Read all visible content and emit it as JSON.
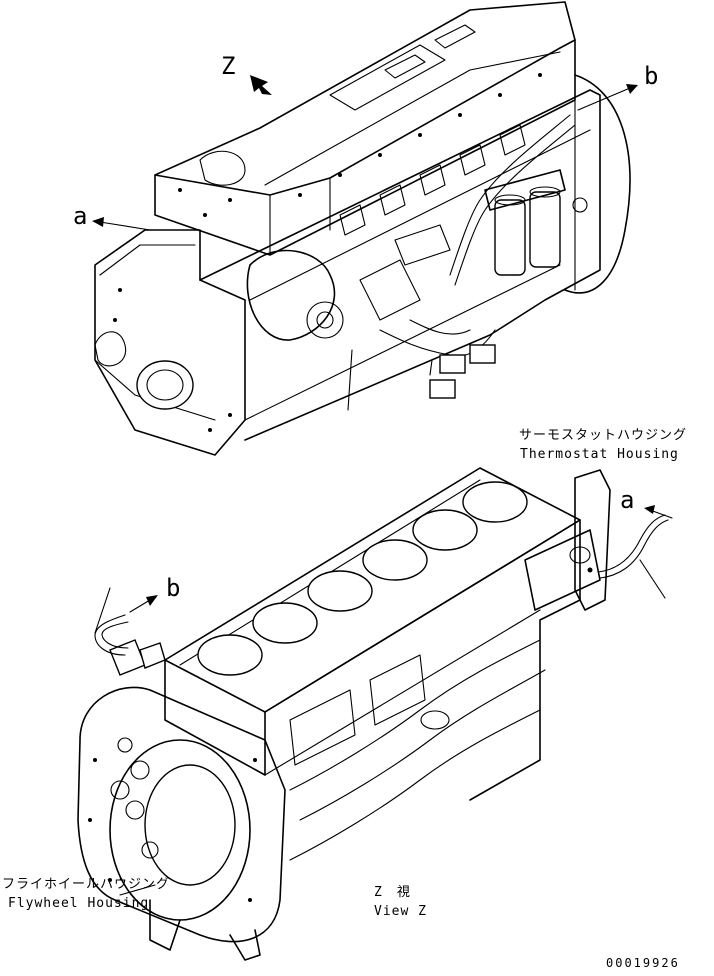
{
  "labels": {
    "z_marker": "Z",
    "a_top": "a",
    "b_top": "b",
    "a_bottom": "a",
    "b_bottom": "b",
    "thermostat_jp": "サーモスタットハウジング",
    "thermostat_en": "Thermostat Housing",
    "flywheel_jp": "フライホイールハウジング",
    "flywheel_en": "Flywheel Housing",
    "view_jp": "Z　視",
    "view_en": "View Z",
    "drawing_number": "00019926"
  },
  "colors": {
    "line": "#000000",
    "background": "#ffffff"
  }
}
